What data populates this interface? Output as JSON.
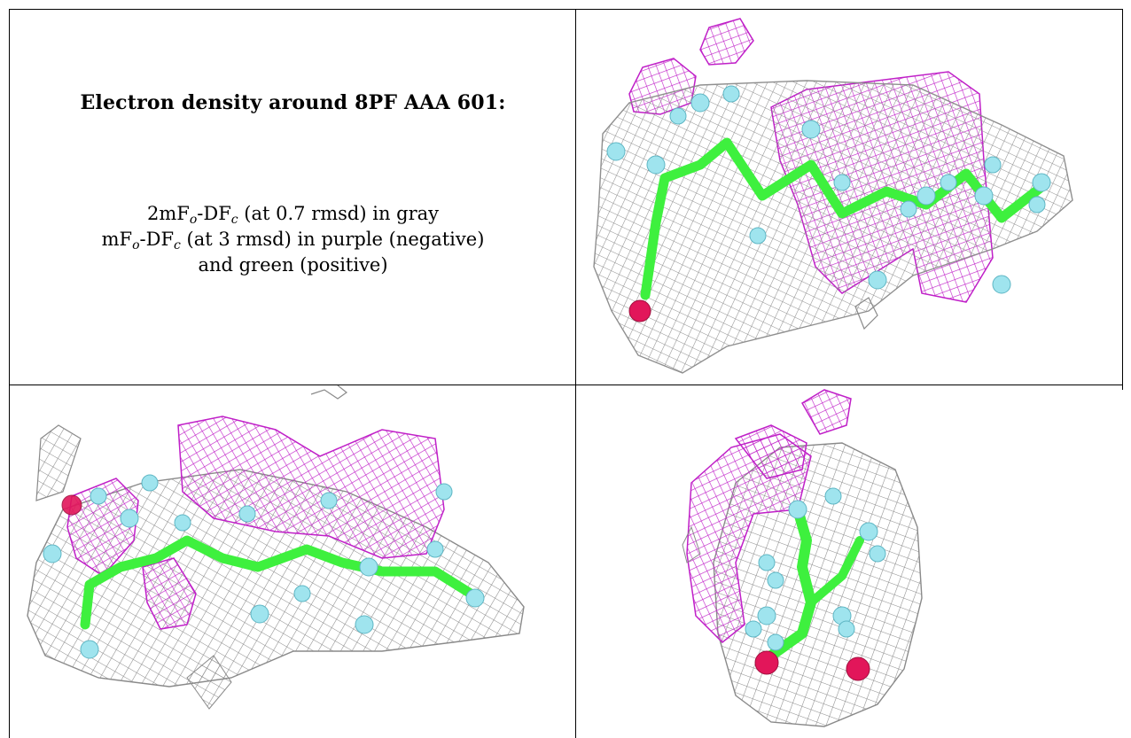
{
  "panel_text": {
    "title": "Electron density around 8PF AAA 601:",
    "legend_line1_a": "2mF",
    "legend_line1_sub1": "o",
    "legend_line1_b": "-DF",
    "legend_line1_sub2": "c",
    "legend_line1_c": " (at 0.7 rmsd) in gray",
    "legend_line2_a": "mF",
    "legend_line2_sub1": "o",
    "legend_line2_b": "-DF",
    "legend_line2_sub2": "c",
    "legend_line2_c": " (at 3 rmsd) in purple (negative)",
    "legend_line3": "and green (positive)"
  },
  "colors": {
    "gray_mesh": "#8a8a8a",
    "purple_mesh": "#c020c8",
    "bond_green": "#3ef03e",
    "hydrogen_cyan": "#9fe4ee",
    "oxygen_red": "#e2165a"
  },
  "views": [
    {
      "name": "view-top-right",
      "description_icon": "density-view-1"
    },
    {
      "name": "view-bottom-left",
      "description_icon": "density-view-2"
    },
    {
      "name": "view-bottom-right",
      "description_icon": "density-view-3"
    }
  ]
}
